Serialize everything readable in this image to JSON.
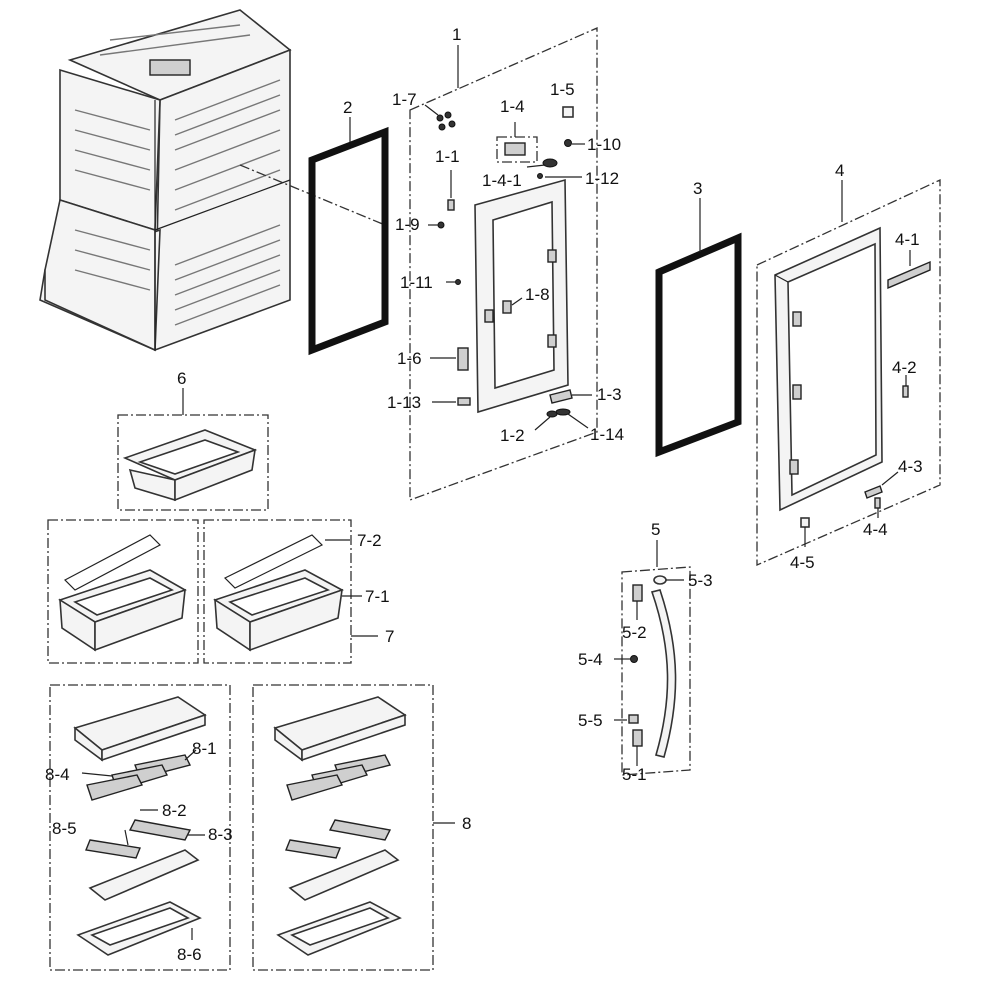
{
  "diagram": {
    "labels": {
      "l1": "1",
      "l2": "2",
      "l3": "3",
      "l4": "4",
      "l5": "5",
      "l6": "6",
      "l7": "7",
      "l8": "8",
      "l1_1": "1-1",
      "l1_2": "1-2",
      "l1_3": "1-3",
      "l1_4": "1-4",
      "l1_4_1": "1-4-1",
      "l1_5": "1-5",
      "l1_6": "1-6",
      "l1_7": "1-7",
      "l1_8": "1-8",
      "l1_9": "1-9",
      "l1_10": "1-10",
      "l1_11": "1-11",
      "l1_12": "1-12",
      "l1_13": "1-13",
      "l1_14": "1-14",
      "l4_1": "4-1",
      "l4_2": "4-2",
      "l4_3": "4-3",
      "l4_4": "4-4",
      "l4_5": "4-5",
      "l5_1": "5-1",
      "l5_2": "5-2",
      "l5_3": "5-3",
      "l5_4": "5-4",
      "l5_5": "5-5",
      "l7_1": "7-1",
      "l7_2": "7-2",
      "l8_1": "8-1",
      "l8_2": "8-2",
      "l8_3": "8-3",
      "l8_4": "8-4",
      "l8_5": "8-5",
      "l8_6": "8-6"
    }
  }
}
